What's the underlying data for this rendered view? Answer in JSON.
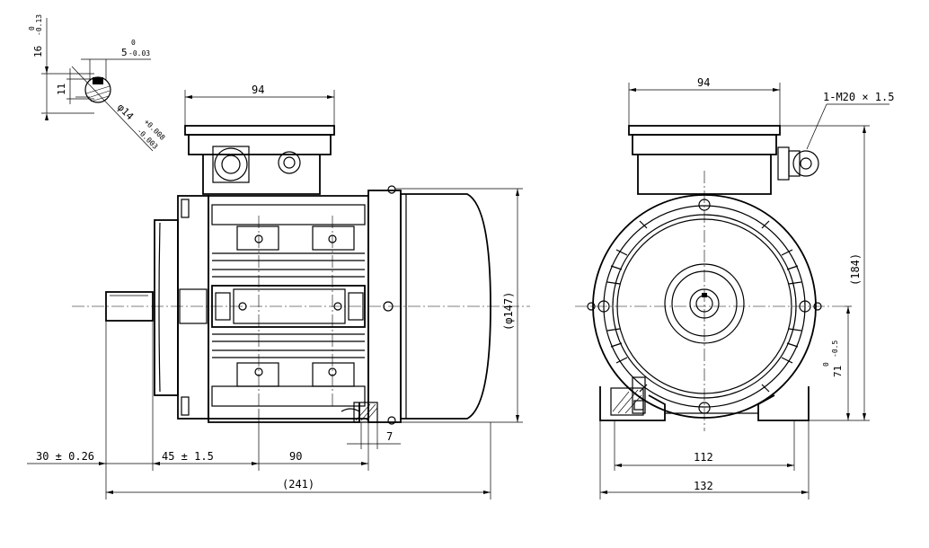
{
  "drawing": {
    "key_detail": {
      "key_height": "16",
      "key_height_tol_upper": "0",
      "key_height_tol_lower": "-0.13",
      "key_width": "5",
      "key_width_tol_upper": "0",
      "key_width_tol_lower": "-0.03",
      "shaft_key_depth": "11",
      "shaft_dia": "φ14",
      "shaft_dia_tol_upper": "+0.008",
      "shaft_dia_tol_lower": "-0.003"
    },
    "side_view": {
      "terminal_box_width": "94",
      "overall_dia": "(φ147)",
      "shaft_length": "30 ± 0.26",
      "shaft_to_foot_hole": "45 ± 1.5",
      "foot_hole_spacing": "90",
      "foot_thickness": "7",
      "overall_length": "(241)"
    },
    "front_view": {
      "terminal_box_width": "94",
      "cable_gland": "1-M20 × 1.5",
      "overall_height": "(184)",
      "shaft_height": "71",
      "shaft_height_tol_upper": "0",
      "shaft_height_tol_lower": "-0.5",
      "foot_hole_spacing": "112",
      "foot_width": "132"
    }
  }
}
